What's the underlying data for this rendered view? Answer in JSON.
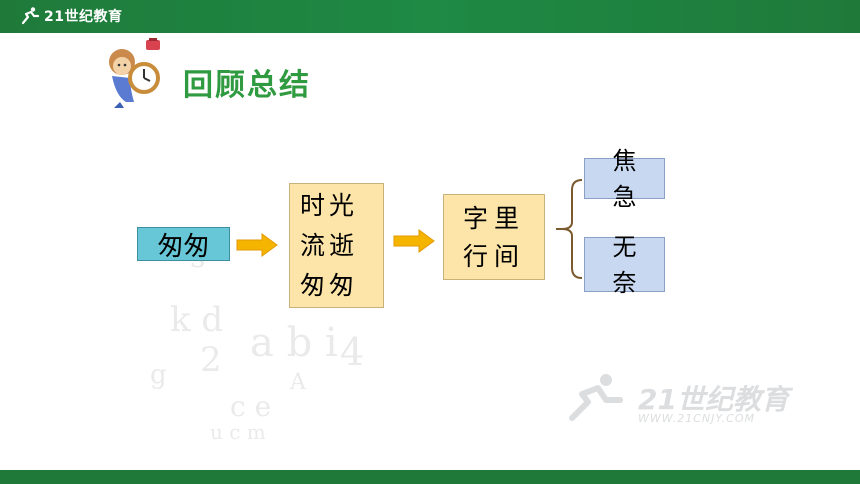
{
  "header": {
    "logo_text": "21世纪教育"
  },
  "section": {
    "title": "回顾总结"
  },
  "diagram": {
    "start": "匆匆",
    "main_lines": [
      "时光",
      "流逝",
      "匆匆"
    ],
    "middle_lines": [
      "字里",
      "行间"
    ],
    "right_top_lines": [
      "焦",
      "急"
    ],
    "right_bottom_lines": [
      "无",
      "奈"
    ]
  },
  "watermark": {
    "text": "21世纪教育",
    "url": "WWW.21CNJY.COM"
  },
  "colors": {
    "bar_green": "#1f7a3a",
    "title_green": "#2f9a3f",
    "start_box": "#67c7d6",
    "main_box": "#fde4a8",
    "right_box": "#c9d8f1",
    "arrow": "#f5b400"
  }
}
